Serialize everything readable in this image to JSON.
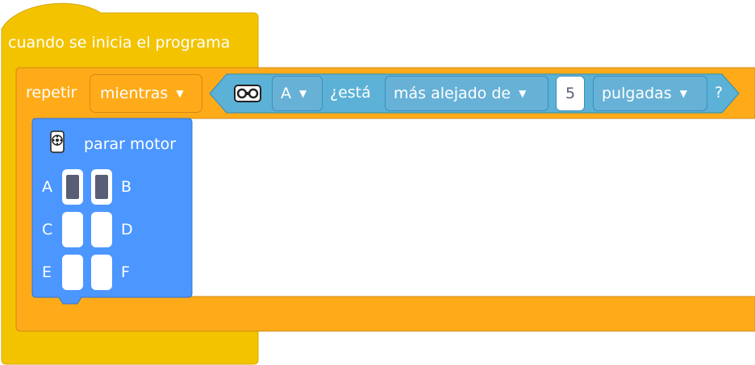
{
  "event_block": {
    "label": "cuando se inicia el programa"
  },
  "loop_block": {
    "label": "repetir",
    "mode": "mientras",
    "condition": {
      "sensor_icon": "distance-sensor-icon",
      "port": "A",
      "question": "¿está",
      "comparison": "más alejado de",
      "value": "5",
      "unit": "pulgadas",
      "end": "?"
    }
  },
  "motor_block": {
    "icon": "motor-icon",
    "label": "parar motor",
    "ports": [
      {
        "left": "A",
        "right": "B",
        "left_selected": true,
        "right_selected": true
      },
      {
        "left": "C",
        "right": "D",
        "left_selected": false,
        "right_selected": false
      },
      {
        "left": "E",
        "right": "F",
        "left_selected": false,
        "right_selected": false
      }
    ]
  },
  "colors": {
    "event": "#f3c300",
    "control": "#ffa51f",
    "sensor": "#5cb1d6",
    "motor": "#4c97ff"
  }
}
